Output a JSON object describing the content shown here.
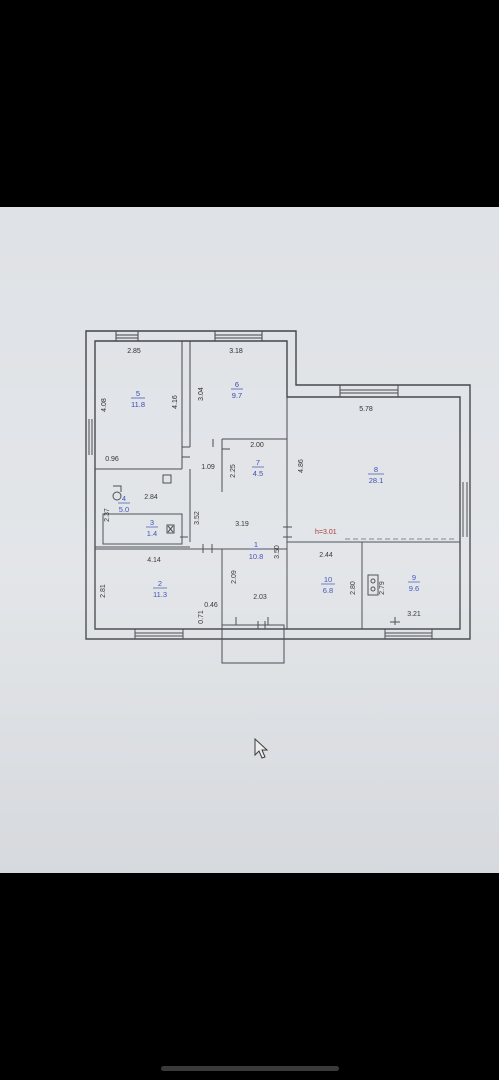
{
  "floorplan": {
    "height_label": "h=3.01",
    "rooms": [
      {
        "id": "5",
        "area": "11.8"
      },
      {
        "id": "6",
        "area": "9.7"
      },
      {
        "id": "7",
        "area": "4.5"
      },
      {
        "id": "8",
        "area": "28.1"
      },
      {
        "id": "4",
        "area": "5.0"
      },
      {
        "id": "3",
        "area": "1.4"
      },
      {
        "id": "1",
        "area": "10.8"
      },
      {
        "id": "2",
        "area": "11.3"
      },
      {
        "id": "10",
        "area": "6.8"
      },
      {
        "id": "9",
        "area": "9.6"
      }
    ],
    "dimensions": [
      "2.85",
      "3.18",
      "5.78",
      "4.08",
      "4.16",
      "3.04",
      "4.86",
      "2.00",
      "2.25",
      "1.09",
      "0.96",
      "2.84",
      "2.37",
      "3.52",
      "3.19",
      "2.44",
      "4.14",
      "2.81",
      "2.09",
      "3.50",
      "2.80",
      "2.79",
      "0.46",
      "0.71",
      "2.03",
      "3.21"
    ]
  }
}
